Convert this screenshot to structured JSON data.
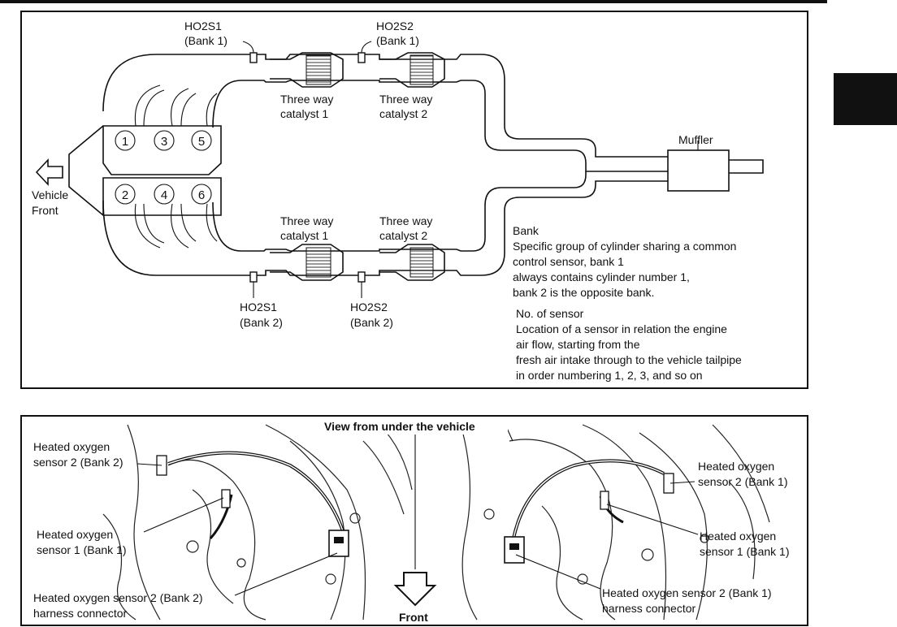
{
  "top_panel": {
    "ho2s1_bank1": [
      "HO2S1",
      "(Bank 1)"
    ],
    "ho2s2_bank1": [
      "HO2S2",
      "(Bank 1)"
    ],
    "ho2s1_bank2": [
      "HO2S1",
      "(Bank 2)"
    ],
    "ho2s2_bank2": [
      "HO2S2",
      "(Bank 2)"
    ],
    "catalyst1_upper": [
      "Three way",
      "catalyst 1"
    ],
    "catalyst2_upper": [
      "Three way",
      "catalyst 2"
    ],
    "catalyst1_lower": [
      "Three way",
      "catalyst 1"
    ],
    "catalyst2_lower": [
      "Three way",
      "catalyst 2"
    ],
    "muffler": "Muffler",
    "vehicle_front": [
      "Vehicle",
      "Front"
    ],
    "cylinders_bank1": [
      "1",
      "3",
      "5"
    ],
    "cylinders_bank2": [
      "2",
      "4",
      "6"
    ],
    "bank_note": [
      "Bank",
      "Specific group of cylinder sharing a common",
      "control sensor, bank 1",
      "always contains cylinder number 1,",
      "bank 2 is the opposite bank."
    ],
    "sensor_note": [
      "No. of sensor",
      "Location of a sensor in relation the engine",
      "air flow, starting from the",
      "fresh air intake through to the vehicle tailpipe",
      "in order numbering 1, 2, 3, and so on"
    ]
  },
  "bottom_panel": {
    "view_title": "View from under the vehicle",
    "front": "Front",
    "left_labels": {
      "hos2_bank2": [
        "Heated oxygen",
        "sensor 2 (Bank 2)"
      ],
      "hos1_bank1": [
        "Heated oxygen",
        "sensor 1 (Bank 1)"
      ],
      "connector_bank2": [
        "Heated oxygen sensor 2 (Bank 2)",
        "harness connector"
      ]
    },
    "right_labels": {
      "hos2_bank1": [
        "Heated oxygen",
        "sensor 2 (Bank 1)"
      ],
      "hos1_bank1": [
        "Heated oxygen",
        "sensor 1 (Bank 1)"
      ],
      "connector_bank1": [
        "Heated oxygen sensor 2 (Bank 1)",
        "harness connector"
      ]
    }
  }
}
